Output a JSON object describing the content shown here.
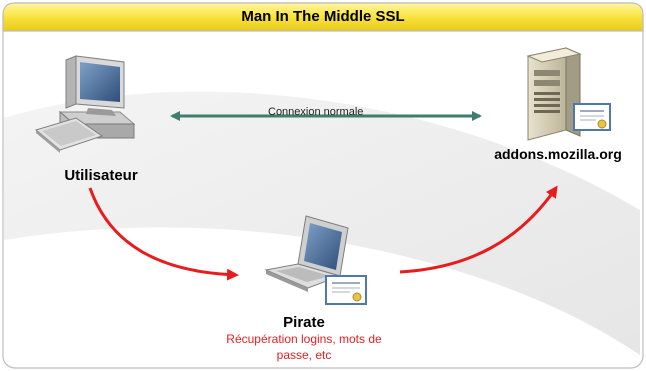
{
  "title": "Man In The Middle SSL",
  "connection_label": "Connexion normale",
  "nodes": {
    "user": {
      "label": "Utilisateur",
      "icon": "desktop-computer-icon"
    },
    "server": {
      "label": "addons.mozilla.org",
      "icon": "server-tower-icon"
    },
    "pirate": {
      "label": "Pirate",
      "icon": "laptop-icon",
      "note": "Récupération logins, mots de passe, etc"
    }
  },
  "colors": {
    "title_bar": "#f7e04a",
    "normal_connection": "#3e7e6a",
    "attack_path": "#e81c1c",
    "note_text": "#e32020"
  }
}
